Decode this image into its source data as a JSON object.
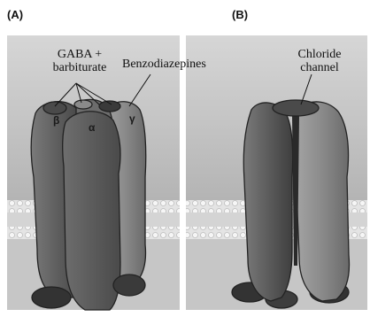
{
  "panels": {
    "a": {
      "label": "(A)",
      "gaba_line1": "GABA +",
      "gaba_line2": "barbiturate",
      "benzo": "Benzodiazepines",
      "beta": "β",
      "alpha": "α",
      "gamma": "γ"
    },
    "b": {
      "label": "(B)",
      "channel_line1": "Chloride",
      "channel_line2": "channel"
    }
  },
  "colors": {
    "background": "#b8b8b8",
    "membrane": "#e2e2e2",
    "protein_dark": "#5a5a5a",
    "protein_light": "#9a9a9a",
    "outline": "#222222"
  }
}
